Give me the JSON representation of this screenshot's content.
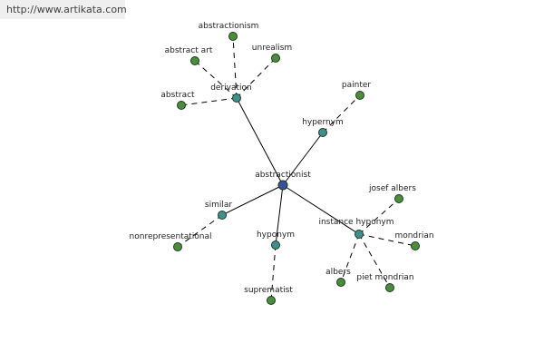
{
  "header": {
    "site_url": "http://www.artikata.com"
  },
  "colors": {
    "center_node": "#3b4f9c",
    "relation_node": "#3f8f8f",
    "term_node": "#4c8c3c",
    "edge": "#000000",
    "header_bg": "#efefef"
  },
  "graph": {
    "center": {
      "id": "abstractionist",
      "label": "abstractionist"
    },
    "relations": [
      {
        "id": "derivation",
        "label": "derivation"
      },
      {
        "id": "hypernym",
        "label": "hypernym"
      },
      {
        "id": "similar",
        "label": "similar"
      },
      {
        "id": "hyponym",
        "label": "hyponym"
      },
      {
        "id": "instance-hyponym",
        "label": "instance hyponym"
      }
    ],
    "terms": [
      {
        "id": "abstractionism",
        "label": "abstractionism",
        "relation": "derivation"
      },
      {
        "id": "abstract-art",
        "label": "abstract art",
        "relation": "derivation"
      },
      {
        "id": "unrealism",
        "label": "unrealism",
        "relation": "derivation"
      },
      {
        "id": "abstract",
        "label": "abstract",
        "relation": "derivation"
      },
      {
        "id": "painter",
        "label": "painter",
        "relation": "hypernym"
      },
      {
        "id": "nonrepresentational",
        "label": "nonrepresentational",
        "relation": "similar"
      },
      {
        "id": "suprematist",
        "label": "suprematist",
        "relation": "hyponym"
      },
      {
        "id": "josef-albers",
        "label": "josef albers",
        "relation": "instance-hyponym"
      },
      {
        "id": "mondrian",
        "label": "mondrian",
        "relation": "instance-hyponym"
      },
      {
        "id": "albers",
        "label": "albers",
        "relation": "instance-hyponym"
      },
      {
        "id": "piet-mondrian",
        "label": "piet mondrian",
        "relation": "instance-hyponym"
      }
    ]
  }
}
